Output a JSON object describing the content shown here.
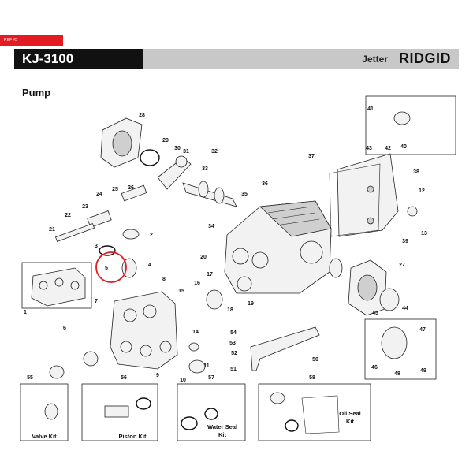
{
  "header": {
    "ref_tag": "REF #5",
    "model": "KJ-3100",
    "product": "Jetter",
    "brand": "RIDGID"
  },
  "section_title": "Pump",
  "highlight": {
    "callout": "5",
    "color": "#e31b23"
  },
  "callouts": [
    "1",
    "2",
    "3",
    "4",
    "5",
    "6",
    "7",
    "8",
    "9",
    "10",
    "11",
    "12",
    "13",
    "14",
    "15",
    "16",
    "17",
    "18",
    "19",
    "20",
    "21",
    "22",
    "23",
    "24",
    "25",
    "26",
    "27",
    "28",
    "29",
    "30",
    "31",
    "32",
    "33",
    "34",
    "35",
    "36",
    "37",
    "38",
    "39",
    "40",
    "41",
    "42",
    "43",
    "44",
    "45",
    "46",
    "47",
    "48",
    "49",
    "50",
    "51",
    "52",
    "53",
    "54",
    "55",
    "56",
    "57",
    "58"
  ],
  "kits": {
    "valve": "Valve Kit",
    "piston": "Piston Kit",
    "water_seal_1": "Water Seal",
    "water_seal_2": "Kit",
    "oil_seal_1": "Oil Seal",
    "oil_seal_2": "Kit"
  },
  "colors": {
    "accent": "#e31b23",
    "header_dark": "#111111",
    "header_gray": "#c8c8c8"
  }
}
